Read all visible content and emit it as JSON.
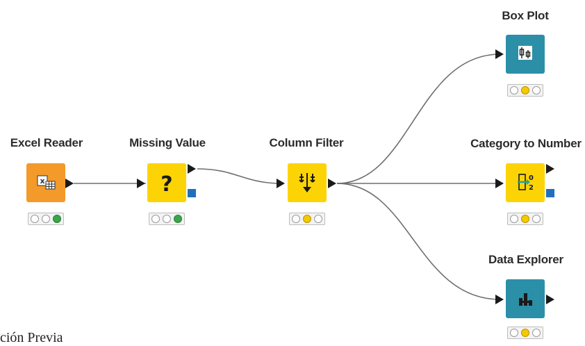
{
  "colors": {
    "orange": "#f39a2b",
    "yellow": "#fcd405",
    "teal": "#2b8fa8",
    "connector": "#6e6e6e",
    "status_green": "#3aa64a",
    "status_yellow": "#f5c800",
    "flow_port": "#1f6fbf"
  },
  "nodes": [
    {
      "id": "excel_reader",
      "label": "Excel Reader",
      "color": "orange",
      "icon": "excel-reader-icon",
      "status": [
        "off",
        "off",
        "green"
      ],
      "flow_port": false
    },
    {
      "id": "missing_value",
      "label": "Missing Value",
      "color": "yellow",
      "icon": "question-mark-icon",
      "status": [
        "off",
        "off",
        "green"
      ],
      "flow_port": true
    },
    {
      "id": "column_filter",
      "label": "Column Filter",
      "color": "yellow",
      "icon": "column-filter-icon",
      "status": [
        "off",
        "yellow",
        "off"
      ],
      "flow_port": false
    },
    {
      "id": "box_plot",
      "label": "Box Plot",
      "color": "teal",
      "icon": "box-plot-icon",
      "status": [
        "off",
        "yellow",
        "off"
      ],
      "flow_port": false
    },
    {
      "id": "category_to_number",
      "label": "Category to Number",
      "color": "yellow",
      "icon": "category-to-number-icon",
      "status": [
        "off",
        "yellow",
        "off"
      ],
      "flow_port": true
    },
    {
      "id": "data_explorer",
      "label": "Data Explorer",
      "color": "teal",
      "icon": "data-explorer-icon",
      "status": [
        "off",
        "yellow",
        "off"
      ],
      "flow_port": false
    }
  ],
  "connections": [
    {
      "from": "excel_reader",
      "to": "missing_value"
    },
    {
      "from": "missing_value",
      "to": "column_filter"
    },
    {
      "from": "column_filter",
      "to": "box_plot"
    },
    {
      "from": "column_filter",
      "to": "category_to_number"
    },
    {
      "from": "column_filter",
      "to": "data_explorer"
    }
  ],
  "footer": {
    "text": "ción Previa"
  }
}
